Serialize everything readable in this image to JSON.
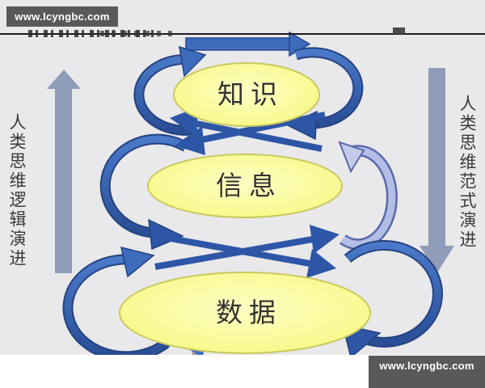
{
  "watermarks": {
    "top_left": "www.lcyngbc.com",
    "bottom_right": "www.lcyngbc.com"
  },
  "diagram": {
    "title_fragment_visible": false,
    "nodes": [
      {
        "id": "knowledge",
        "label": "知识"
      },
      {
        "id": "information",
        "label": "信息"
      },
      {
        "id": "data",
        "label": "数据"
      }
    ],
    "side_labels": {
      "left": "人类思维逻辑演进",
      "right": "人类思维范式演进"
    },
    "side_arrows": {
      "left_direction": "up",
      "right_direction": "down"
    },
    "cross_flows": {
      "knowledge_information": "arrows point left",
      "information_data": "arrows point right"
    },
    "icons": {
      "cycle_arrows": "circular-arrow-icon",
      "top_arrow": "right-arrow-icon"
    },
    "colors": {
      "background": "#e9e8ea",
      "node_fill": "#f9f985",
      "node_fill_light": "#fdfdc4",
      "node_border": "#c9c95e",
      "arrow_blue": "#3e6cbd",
      "arrow_blue_dark": "#24427f",
      "arrow_light_blue": "#b3bde6",
      "side_arrow_gray": "#8f9db9",
      "watermark_bg": "#59595b"
    }
  }
}
